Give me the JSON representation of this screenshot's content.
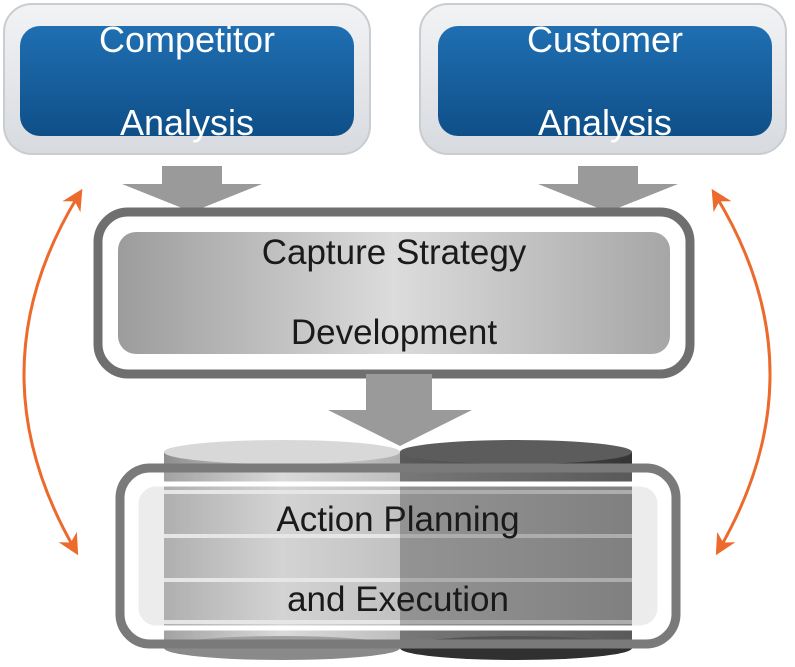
{
  "nodes": {
    "competitor": {
      "line1": "Competitor",
      "line2": "Analysis"
    },
    "customer": {
      "line1": "Customer",
      "line2": "Analysis"
    },
    "strategy": {
      "line1": "Capture Strategy",
      "line2": "Development"
    },
    "action": {
      "line1": "Action Planning",
      "line2": "and Execution"
    }
  },
  "colors": {
    "top_box_fill": "#125a97",
    "top_box_border": "#e2e4e7",
    "mid_box_fill": "#c4c4c4",
    "mid_box_border": "#6e6e6e",
    "arrow_fill": "#9a9a9a",
    "feedback_arrow": "#ec6a2c",
    "disc_light": "#b9b9b9",
    "disc_dark": "#4a4a4a"
  },
  "icons": {
    "feedback_left": "double-headed-curved-arrow",
    "feedback_right": "double-headed-curved-arrow",
    "flow_arrows": "down-block-arrow"
  }
}
